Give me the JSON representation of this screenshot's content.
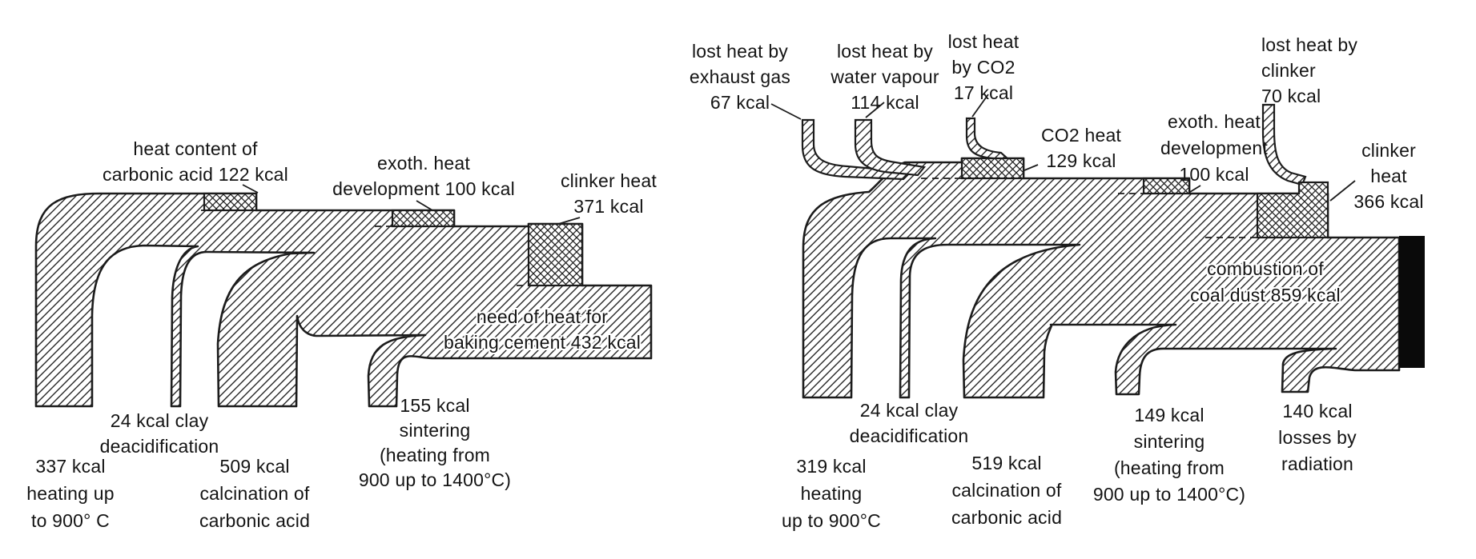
{
  "figure": {
    "description": "Sankey heat-balance diagrams for cement baking (scanned figure)",
    "unit": "kcal",
    "colors": {
      "ink": "#1a1a1a",
      "paper": "#ffffff",
      "solid_fuel_bar": "#0a0a0a"
    }
  },
  "left_diagram": {
    "labels": {
      "heat_content": [
        "heat content of",
        "carbonic acid 122 kcal"
      ],
      "exoth": [
        "exoth. heat",
        "development 100 kcal"
      ],
      "clinker": [
        "clinker heat",
        "371 kcal"
      ],
      "need": [
        "need of heat for",
        "baking cement 432 kcal"
      ],
      "clay": [
        "24 kcal clay",
        "deacidification"
      ],
      "heating": [
        "337 kcal",
        "heating up",
        "to 900° C"
      ],
      "calcination": [
        "509 kcal",
        "calcination of",
        "carbonic acid"
      ],
      "sintering": [
        "155 kcal",
        "sintering",
        "(heating from",
        "900 up to 1400°C)"
      ]
    },
    "flows": {
      "inputs_kcal": {
        "heating_up_to_900C": 337,
        "clay_deacidification": 24,
        "calcination_of_carbonic_acid": 509,
        "sintering_900_to_1400C": 155
      },
      "credits_kcal": {
        "heat_content_of_carbonic_acid": 122,
        "exoth_heat_development": 100,
        "clinker_heat": 371
      },
      "net_kcal": {
        "need_of_heat_for_baking_cement": 432
      }
    }
  },
  "right_diagram": {
    "labels": {
      "exhaust": [
        "lost heat by",
        "exhaust gas",
        "67 kcal"
      ],
      "vapour": [
        "lost heat by",
        "water vapour",
        "114 kcal"
      ],
      "co2_loss": [
        "lost heat",
        "by CO2",
        "17 kcal"
      ],
      "co2_heat": [
        "CO2 heat",
        "129 kcal"
      ],
      "exoth": [
        "exoth. heat",
        "development",
        "100 kcal"
      ],
      "clinker_loss": [
        "lost heat by",
        "clinker",
        "70 kcal"
      ],
      "clinker_heat": [
        "clinker heat",
        "366 kcal"
      ],
      "combustion": [
        "combustion of",
        "coal dust 859 kcal"
      ],
      "clay": [
        "24 kcal clay",
        "deacidification"
      ],
      "heating": [
        "319 kcal",
        "heating",
        "up to 900°C"
      ],
      "calcination": [
        "519 kcal",
        "calcination of",
        "carbonic acid"
      ],
      "sintering": [
        "149 kcal",
        "sintering",
        "(heating from",
        "900 up to 1400°C)"
      ],
      "radiation": [
        "140 kcal",
        "losses by",
        "radiation"
      ]
    },
    "flows": {
      "input_kcal": {
        "combustion_of_coal_dust": 859
      },
      "on_band_kcal": {
        "co2_heat": 129,
        "exoth_heat_development": 100,
        "clinker_heat": 366
      },
      "losses_kcal": {
        "exhaust_gas": 67,
        "water_vapour": 114,
        "co2": 17,
        "clinker": 70,
        "heating_up_to_900C": 319,
        "clay_deacidification": 24,
        "calcination_of_carbonic_acid": 519,
        "sintering_900_to_1400C": 149,
        "radiation": 140
      }
    }
  }
}
